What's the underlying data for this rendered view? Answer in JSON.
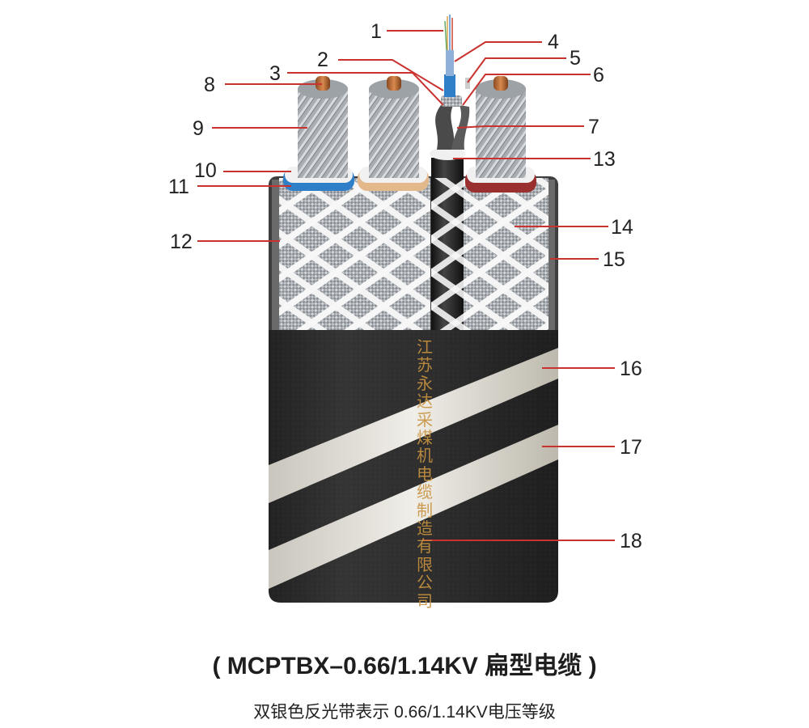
{
  "callouts": [
    "1",
    "2",
    "3",
    "4",
    "5",
    "6",
    "7",
    "8",
    "9",
    "10",
    "11",
    "12",
    "13",
    "14",
    "15",
    "16",
    "17",
    "18"
  ],
  "watermark": "江苏永达采煤机电缆制造有限公司",
  "caption": {
    "title": "( MCPTBX–0.66/1.14KV 扁型电缆 )",
    "subtitle": "双银色反光带表示 0.66/1.14KV电压等级"
  },
  "colors": {
    "leader": "#c8322f",
    "sheath": "#2b2b2b",
    "reflective_band": "#e6e4dc",
    "copper": "#b8652f",
    "core_blue": "#2f7fc8",
    "core_tan": "#e3b98c",
    "core_red": "#9a2f2f"
  }
}
